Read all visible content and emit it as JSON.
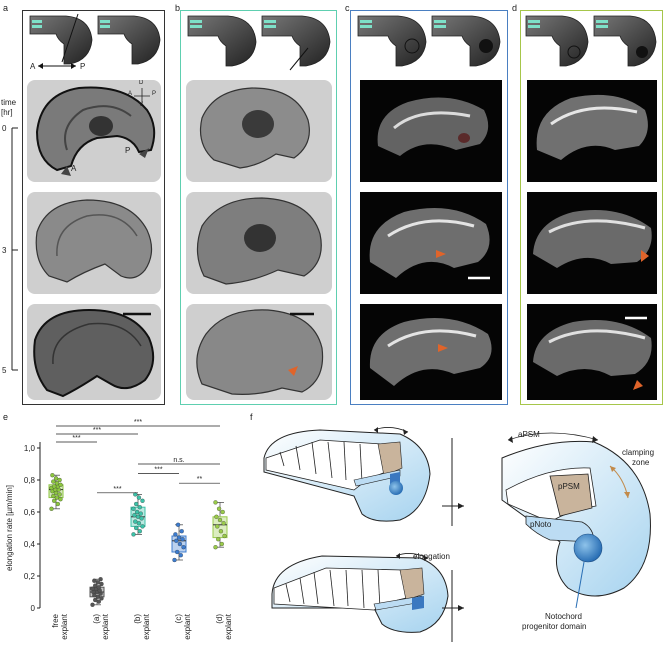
{
  "panels": {
    "a": "a",
    "b": "b",
    "c": "c",
    "d": "d",
    "e": "e",
    "f": "f"
  },
  "panel_a": {
    "axis_left": "A",
    "axis_right": "P",
    "compass": {
      "d": "D",
      "v": "V",
      "a": "A",
      "p": "P"
    },
    "arrow_a": "A",
    "arrow_p": "P",
    "time_label": "time",
    "time_unit": "[hr]",
    "time_ticks": [
      "0",
      "3",
      "5"
    ]
  },
  "colors": {
    "panel_a": "#333333",
    "panel_b": "#5ecfb0",
    "panel_c": "#4a7fc1",
    "panel_d": "#a6c64a",
    "orange": "#e0642a",
    "free": "#8cc63f",
    "a": "#555555",
    "b": "#3cc2a8",
    "c": "#3c7ccf",
    "d": "#9acb4a"
  },
  "chart_data": {
    "type": "box",
    "ylabel": "elongation rate [µm/min]",
    "ylim": [
      0,
      1.0
    ],
    "yticks": [
      "0",
      "0,2",
      "0,4",
      "0,6",
      "0,8",
      "1,0"
    ],
    "categories": [
      [
        "free",
        "explant"
      ],
      [
        "(a)",
        "explant"
      ],
      [
        "(b)",
        "explant"
      ],
      [
        "(c)",
        "explant"
      ],
      [
        "(d)",
        "explant"
      ]
    ],
    "boxes": [
      {
        "min": 0.62,
        "q1": 0.69,
        "median": 0.74,
        "q3": 0.77,
        "max": 0.83,
        "points": [
          0.62,
          0.65,
          0.67,
          0.68,
          0.69,
          0.7,
          0.71,
          0.72,
          0.73,
          0.74,
          0.74,
          0.75,
          0.76,
          0.76,
          0.77,
          0.78,
          0.79,
          0.8,
          0.81,
          0.83
        ]
      },
      {
        "min": 0.02,
        "q1": 0.07,
        "median": 0.1,
        "q3": 0.13,
        "max": 0.18,
        "points": [
          0.02,
          0.04,
          0.05,
          0.06,
          0.07,
          0.08,
          0.09,
          0.1,
          0.1,
          0.11,
          0.12,
          0.12,
          0.13,
          0.14,
          0.15,
          0.16,
          0.17,
          0.18
        ]
      },
      {
        "min": 0.46,
        "q1": 0.51,
        "median": 0.57,
        "q3": 0.63,
        "max": 0.71,
        "points": [
          0.46,
          0.48,
          0.5,
          0.51,
          0.53,
          0.54,
          0.56,
          0.57,
          0.58,
          0.59,
          0.6,
          0.62,
          0.63,
          0.65,
          0.67,
          0.69,
          0.71
        ]
      },
      {
        "min": 0.3,
        "q1": 0.35,
        "median": 0.42,
        "q3": 0.45,
        "max": 0.52,
        "points": [
          0.3,
          0.33,
          0.35,
          0.38,
          0.4,
          0.42,
          0.43,
          0.44,
          0.46,
          0.48,
          0.52
        ]
      },
      {
        "min": 0.38,
        "q1": 0.44,
        "median": 0.52,
        "q3": 0.57,
        "max": 0.66,
        "points": [
          0.38,
          0.4,
          0.43,
          0.45,
          0.48,
          0.51,
          0.53,
          0.55,
          0.57,
          0.6,
          0.62,
          0.66
        ]
      }
    ],
    "significance": [
      {
        "from": 0,
        "to": 4,
        "label": "***"
      },
      {
        "from": 0,
        "to": 2,
        "label": "***"
      },
      {
        "from": 0,
        "to": 1,
        "label": "***"
      },
      {
        "from": 2,
        "to": 4,
        "label": "n.s."
      },
      {
        "from": 2,
        "to": 3,
        "label": "***"
      },
      {
        "from": 3,
        "to": 4,
        "label": "**"
      },
      {
        "from": 1,
        "to": 2,
        "label": "***"
      }
    ]
  },
  "panel_f": {
    "elongation": "elongation",
    "aPSM": "aPSM",
    "clamping": "clamping",
    "zone": "zone",
    "pPSM": "pPSM",
    "pNoto": "pNoto",
    "notochord": "Notochord",
    "progenitor": "progenitor domain"
  }
}
